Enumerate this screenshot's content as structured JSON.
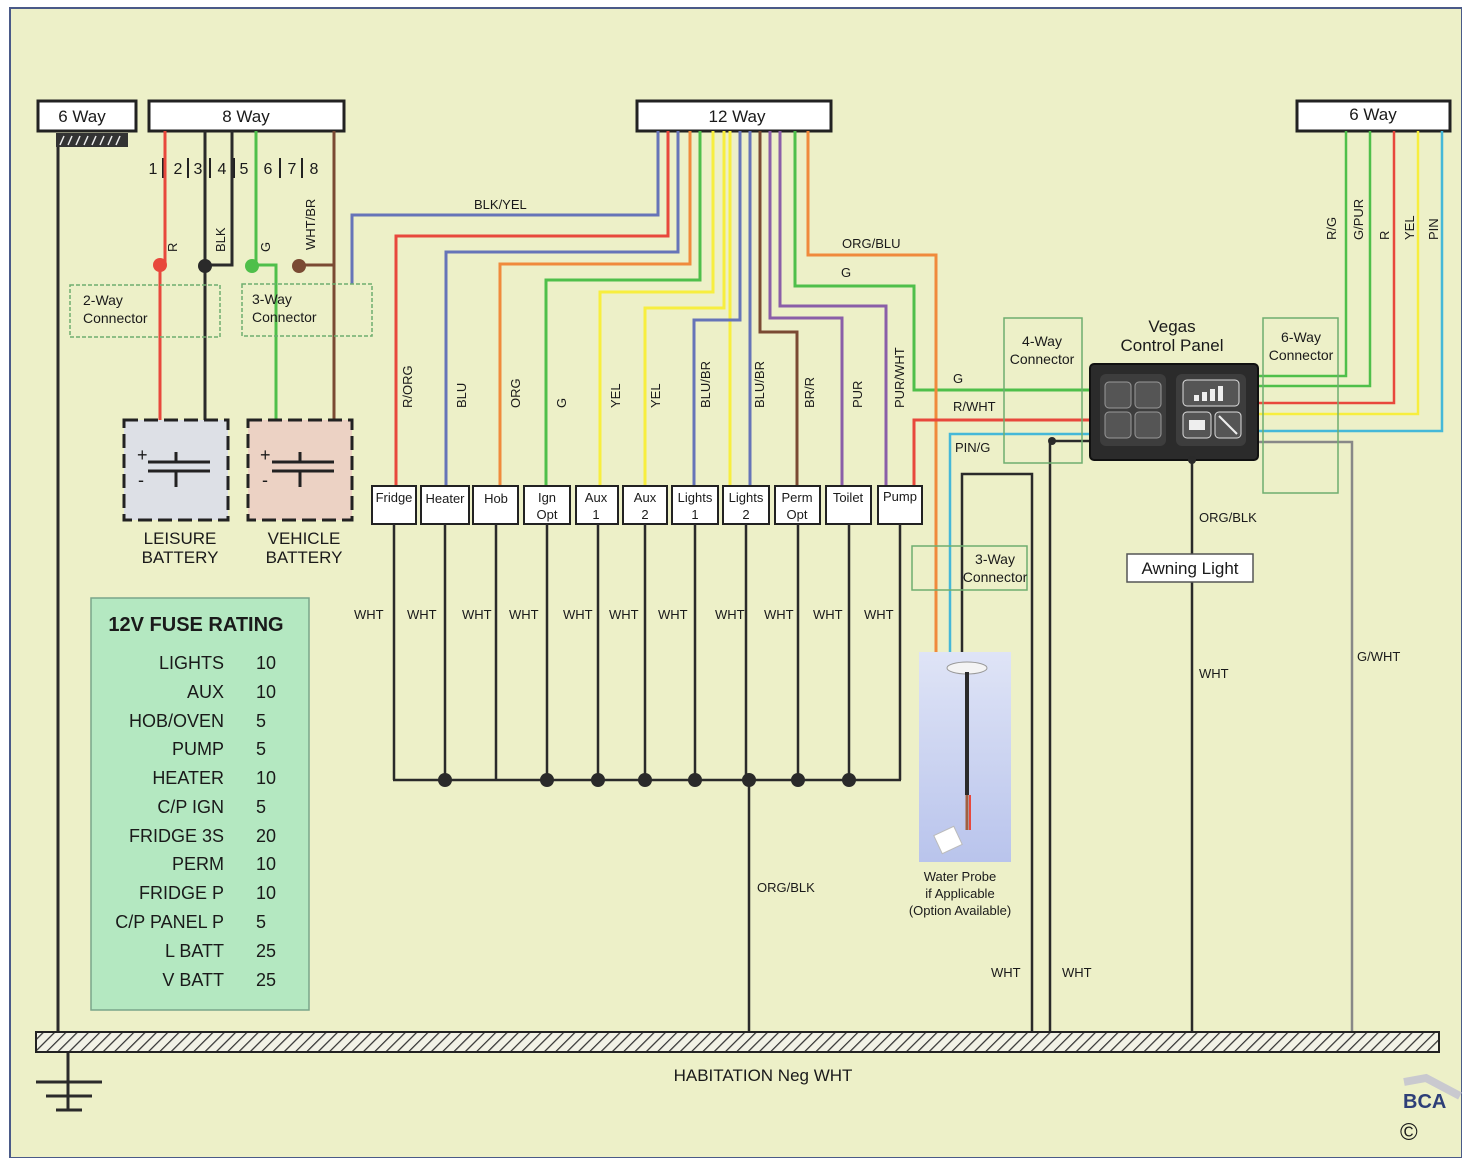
{
  "connectors": {
    "six_way_left": "6 Way",
    "eight_way": "8 Way",
    "twelve_way": "12 Way",
    "six_way_right": "6 Way",
    "pin_numbers": [
      "1",
      "2",
      "3",
      "4",
      "5",
      "6",
      "7",
      "8"
    ]
  },
  "eight_way_wires": {
    "r": "R",
    "blk": "BLK",
    "g": "G",
    "wht_br": "WHT/BR"
  },
  "two_way": [
    "2-Way",
    "Connector"
  ],
  "three_way_left": [
    "3-Way",
    "Connector"
  ],
  "batteries": {
    "leisure": [
      "LEISURE",
      "BATTERY"
    ],
    "vehicle": [
      "VEHICLE",
      "BATTERY"
    ],
    "plus": "+",
    "minus": "-"
  },
  "twelve_way_wires": {
    "blk_yel": "BLK/YEL",
    "org_blu": "ORG/BLU",
    "g": "G",
    "vertical": [
      "R/ORG",
      "BLU",
      "ORG",
      "G",
      "YEL",
      "YEL",
      "BLU/BR",
      "BLU/BR",
      "BR/R",
      "PUR",
      "PUR/WHT"
    ]
  },
  "fuses": [
    [
      "Fridge"
    ],
    [
      "Heater"
    ],
    [
      "Hob"
    ],
    [
      "Ign",
      "Opt"
    ],
    [
      "Aux",
      "1"
    ],
    [
      "Aux",
      "2"
    ],
    [
      "Lights",
      "1"
    ],
    [
      "Lights",
      "2"
    ],
    [
      "Perm",
      "Opt"
    ],
    [
      "Toilet"
    ],
    [
      "Pump"
    ]
  ],
  "wht": "WHT",
  "fuse_rating": {
    "title": "12V FUSE RATING",
    "rows": [
      [
        "LIGHTS",
        "10"
      ],
      [
        "AUX",
        "10"
      ],
      [
        "HOB/OVEN",
        "5"
      ],
      [
        "PUMP",
        "5"
      ],
      [
        "HEATER",
        "10"
      ],
      [
        "C/P IGN",
        "5"
      ],
      [
        "FRIDGE 3S",
        "20"
      ],
      [
        "PERM",
        "10"
      ],
      [
        "FRIDGE P",
        "10"
      ],
      [
        "C/P PANEL P",
        "5"
      ],
      [
        "L BATT",
        "25"
      ],
      [
        "V BATT",
        "25"
      ]
    ]
  },
  "panel_wires": {
    "g": "G",
    "r_wht": "R/WHT",
    "pin_g": "PIN/G",
    "org_blk": "ORG/BLK",
    "g_wht": "G/WHT"
  },
  "four_way": [
    "4-Way",
    "Connector"
  ],
  "control_panel": [
    "Vegas",
    "Control Panel"
  ],
  "six_way_conn": [
    "6-Way",
    "Connector"
  ],
  "right_wires": [
    "R/G",
    "G/PUR",
    "R",
    "YEL",
    "PIN"
  ],
  "three_way_right": [
    "3-Way",
    "Connector"
  ],
  "awning_light": "Awning Light",
  "water_probe": [
    "Water Probe",
    "if Applicable",
    "(Option Available)"
  ],
  "ground_bar": "HABITATION Neg WHT",
  "logo": {
    "text": "BCA",
    "symbol": "©"
  },
  "colors": {
    "background": "#edf0c8",
    "fuse_panel": "#b4e8c1",
    "red": "#e8483c",
    "green": "#4fbf4a",
    "yellow": "#f7ee3e",
    "orange": "#f08a3c",
    "blue": "#6674b8",
    "brown": "#7a4a33",
    "purple": "#8a5ea8",
    "cyan": "#45b8d8",
    "black": "#2a2a2a"
  }
}
